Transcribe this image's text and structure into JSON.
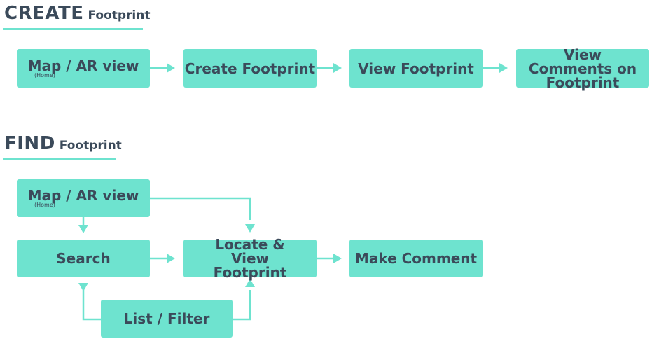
{
  "create": {
    "title_big": "CREATE",
    "title_small": "Footprint",
    "nodes": [
      {
        "label": "Map / AR view",
        "sub": "(Home)"
      },
      {
        "label": "Create Footprint"
      },
      {
        "label": "View Footprint"
      },
      {
        "label": "View Comments on Footprint"
      }
    ]
  },
  "find": {
    "title_big": "FIND",
    "title_small": "Footprint",
    "nodes": {
      "home": {
        "label": "Map / AR view",
        "sub": "(Home)"
      },
      "search": {
        "label": "Search"
      },
      "locate": {
        "label": "Locate & View Footprint"
      },
      "comment": {
        "label": "Make Comment"
      },
      "list": {
        "label": "List / Filter"
      }
    }
  },
  "colors": {
    "node": "#6ee3cf",
    "text": "#3b4a5a",
    "line": "#6ee3cf"
  }
}
